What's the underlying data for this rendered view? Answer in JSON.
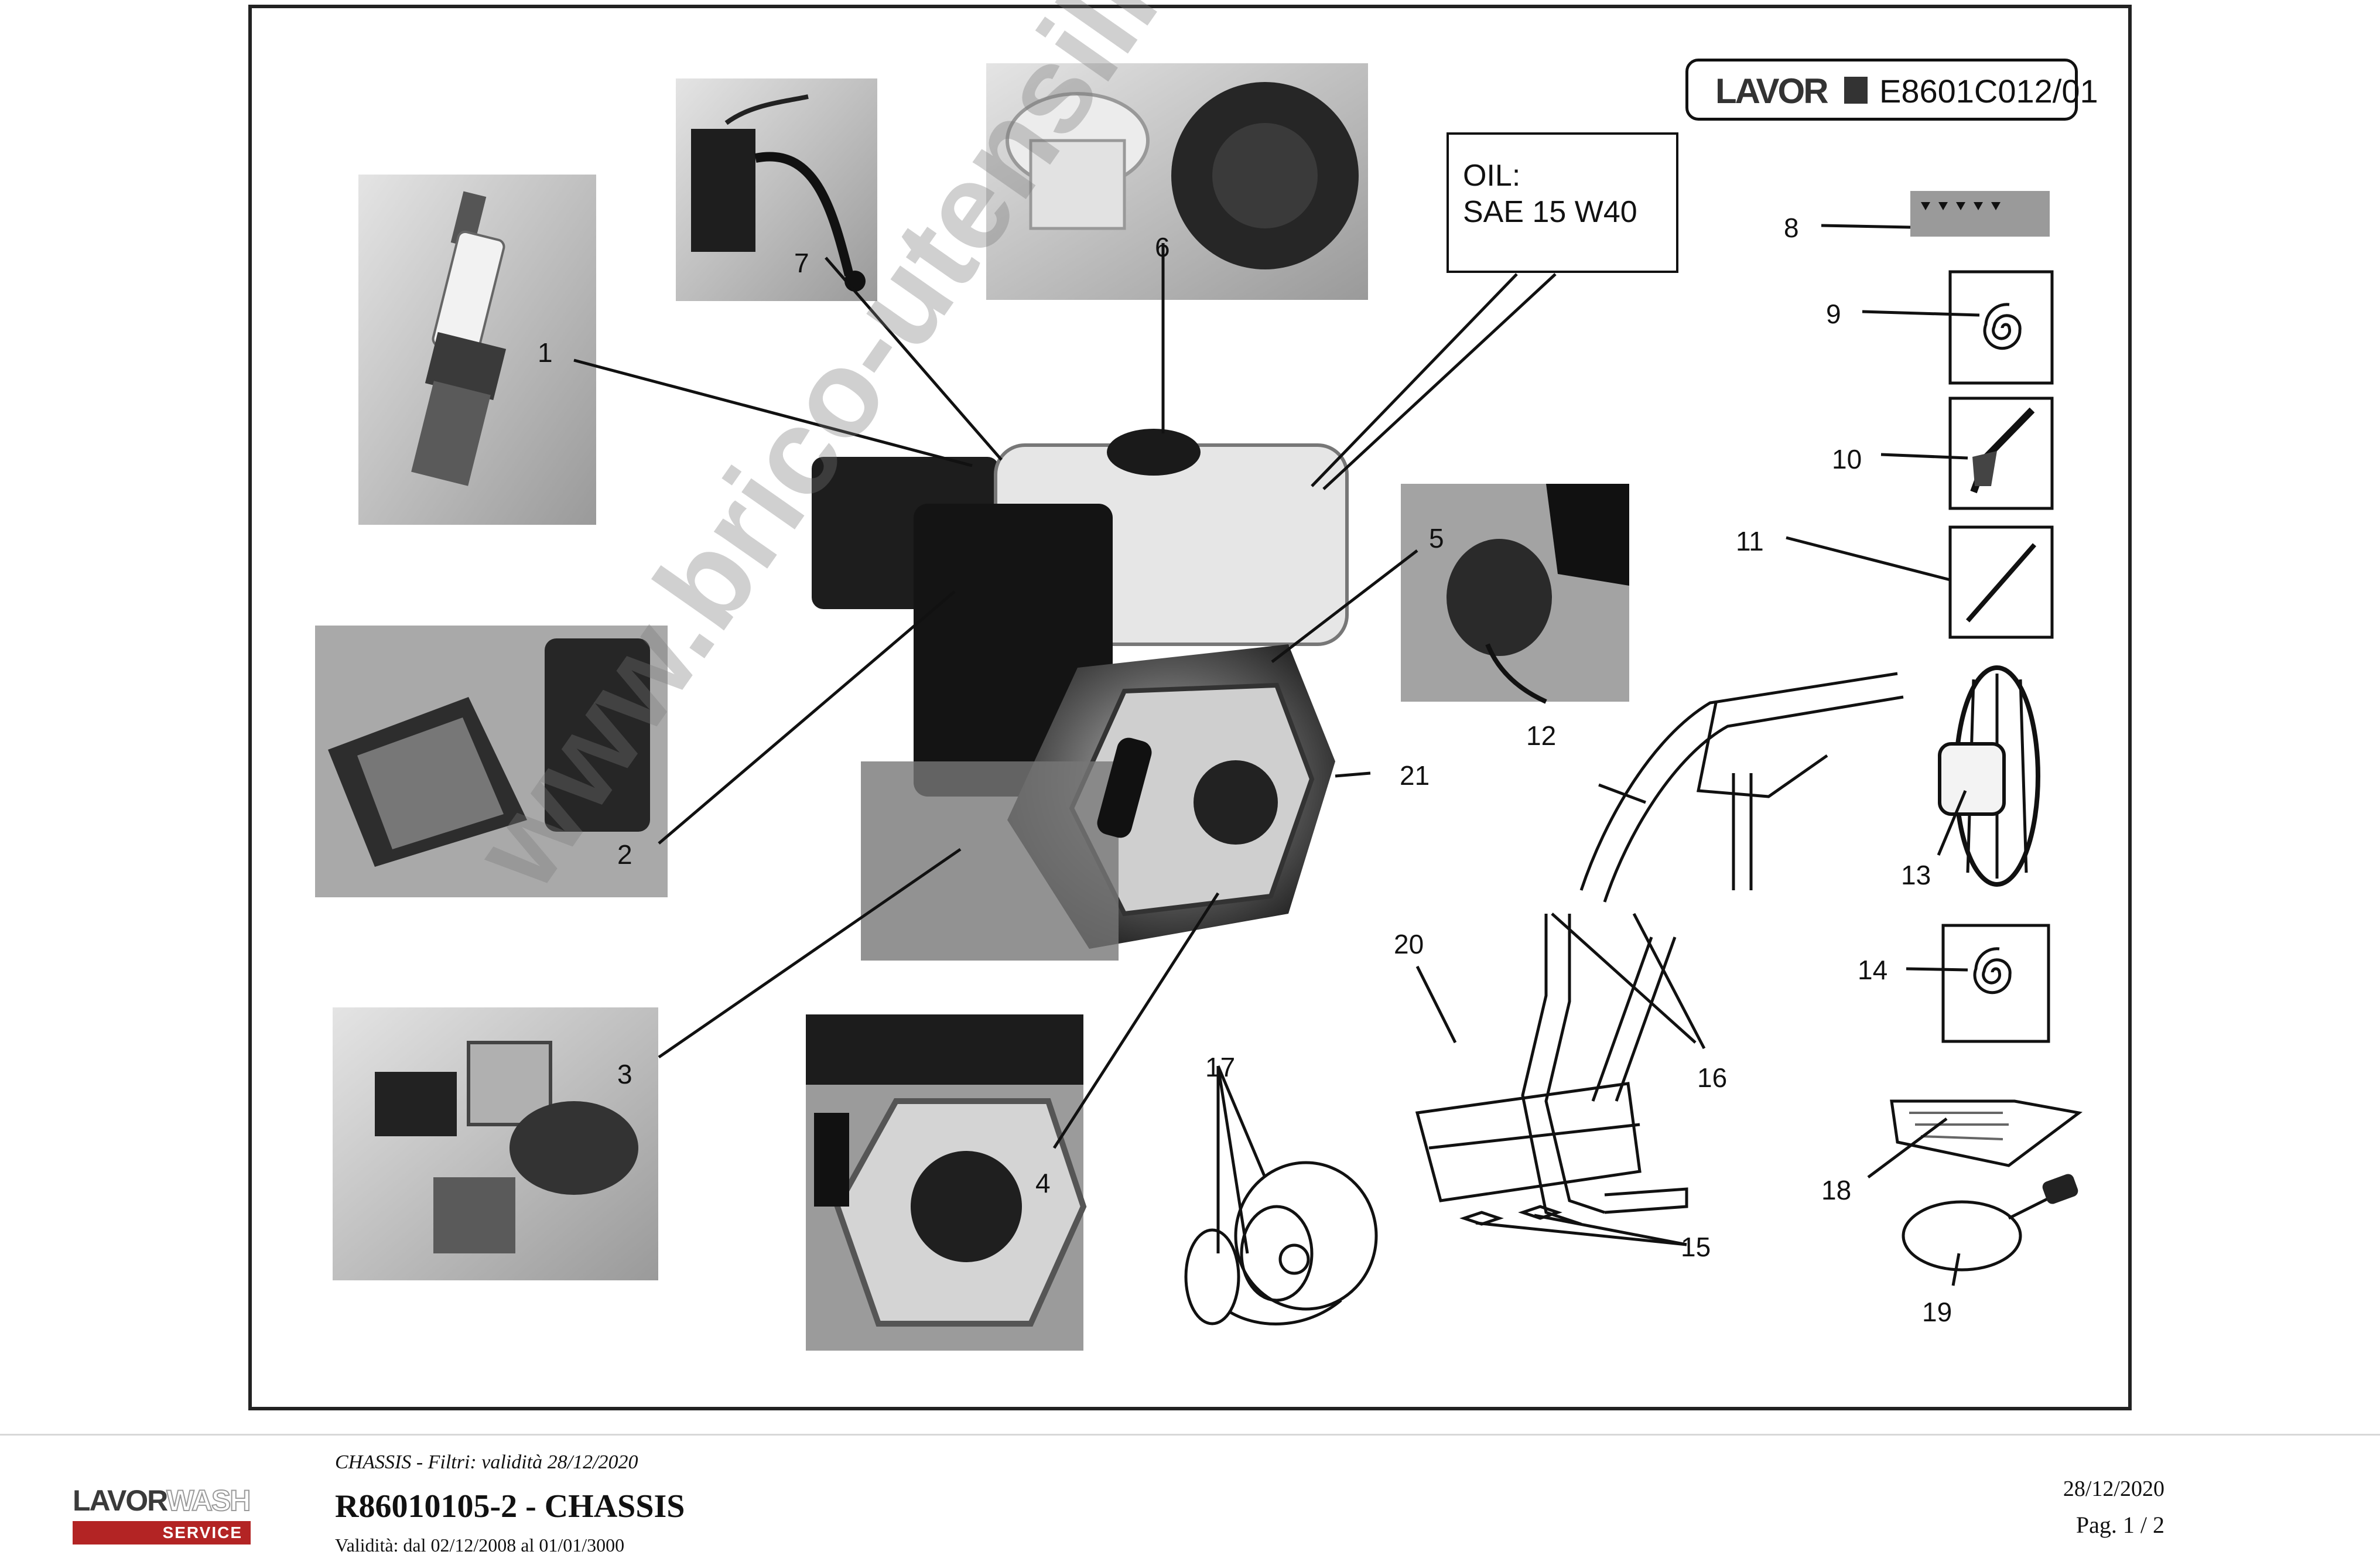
{
  "header": {
    "brand": "LAVOR",
    "code": "E8601C012/01"
  },
  "oil_note": {
    "label": "OIL:",
    "spec": "SAE 15 W40"
  },
  "callouts": [
    "1",
    "2",
    "3",
    "4",
    "5",
    "6",
    "7",
    "8",
    "9",
    "10",
    "11",
    "12",
    "13",
    "14",
    "15",
    "16",
    "17",
    "18",
    "19",
    "20",
    "21"
  ],
  "watermark": "www.brico-utensili.com",
  "footer": {
    "logo_top_a": "LAVOR",
    "logo_top_b": "WASH",
    "logo_bottom": "SERVICE",
    "filter_line": "CHASSIS - Filtri: validità 28/12/2020",
    "title": "R86010105-2 - CHASSIS",
    "validity": "Validità: dal 02/12/2008 al 01/01/3000",
    "date": "28/12/2020",
    "page": "Pag. 1 / 2"
  },
  "colors": {
    "frame": "#222222",
    "logo_red": "#b32424",
    "photo_dark": "#2b2b2b",
    "photo_light": "#d9d9d9"
  }
}
